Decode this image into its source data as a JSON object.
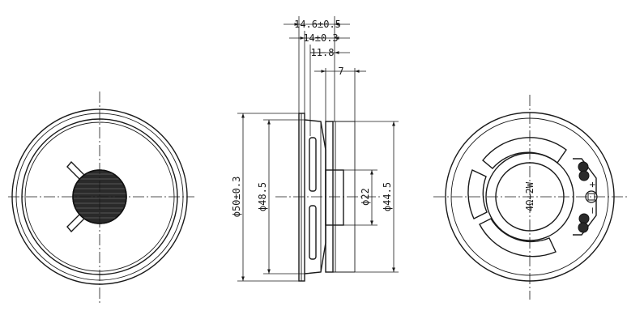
{
  "dimensions": {
    "total_depth": "14.6±0.5",
    "body_depth": "14±0.3",
    "magnet_depth": "11.8",
    "magnet_offset": "7",
    "outer_diameter": "ϕ50±0.3",
    "frame_diameter": "ϕ48.5",
    "magnet_diameter": "ϕ22",
    "inner_diameter": "ϕ44.5"
  },
  "rating": "4Ω+2W",
  "terminals": {
    "plus": "+",
    "minus": "—"
  }
}
